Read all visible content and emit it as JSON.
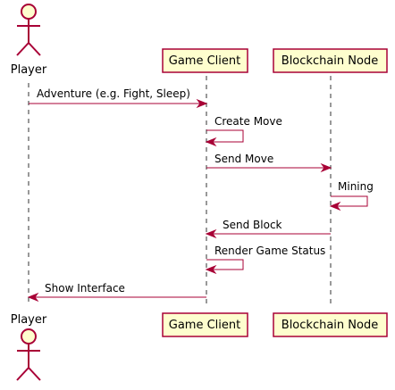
{
  "participants": {
    "player": "Player",
    "game_client": "Game Client",
    "blockchain_node": "Blockchain Node"
  },
  "messages": [
    "Adventure (e.g. Fight, Sleep)",
    "Create Move",
    "Send Move",
    "Mining",
    "Send Block",
    "Render Game Status",
    "Show Interface"
  ],
  "colors": {
    "participant_fill": "#fefece",
    "participant_border": "#a80036",
    "arrow": "#a80036",
    "lifeline": "#333333"
  }
}
